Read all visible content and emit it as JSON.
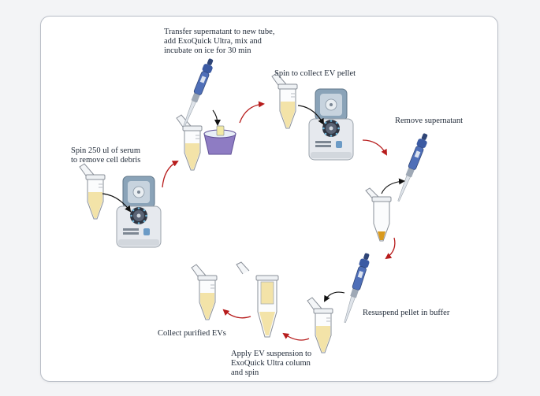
{
  "steps": [
    {
      "text": "Spin 250 ul of serum\nto remove cell debris"
    },
    {
      "text": "Transfer supernatant to new tube,\nadd ExoQuick Ultra, mix and\nincubate on ice for 30 min"
    },
    {
      "text": "Spin to collect EV pellet"
    },
    {
      "text": "Remove supernatant"
    },
    {
      "text": "Resuspend pellet in buffer"
    },
    {
      "text": "Apply EV suspension to\nExoQuick Ultra column\nand spin"
    },
    {
      "text": "Collect purified EVs"
    }
  ],
  "colors": {
    "arrow_red": "#b71c1c",
    "arrow_black": "#111111",
    "serum": "#f3e3a8",
    "pellet": "#d99a1e",
    "pipette_blue": "#3b5aa3",
    "ice_purple": "#8e7cc3",
    "centrifuge_body": "#e6e9ee",
    "centrifuge_lid": "#8aa3b8"
  },
  "icons": [
    "microcentrifuge-tube-icon",
    "centrifuge-icon",
    "pipette-icon",
    "ice-bucket-icon",
    "spin-column-icon",
    "arrow-icon"
  ]
}
